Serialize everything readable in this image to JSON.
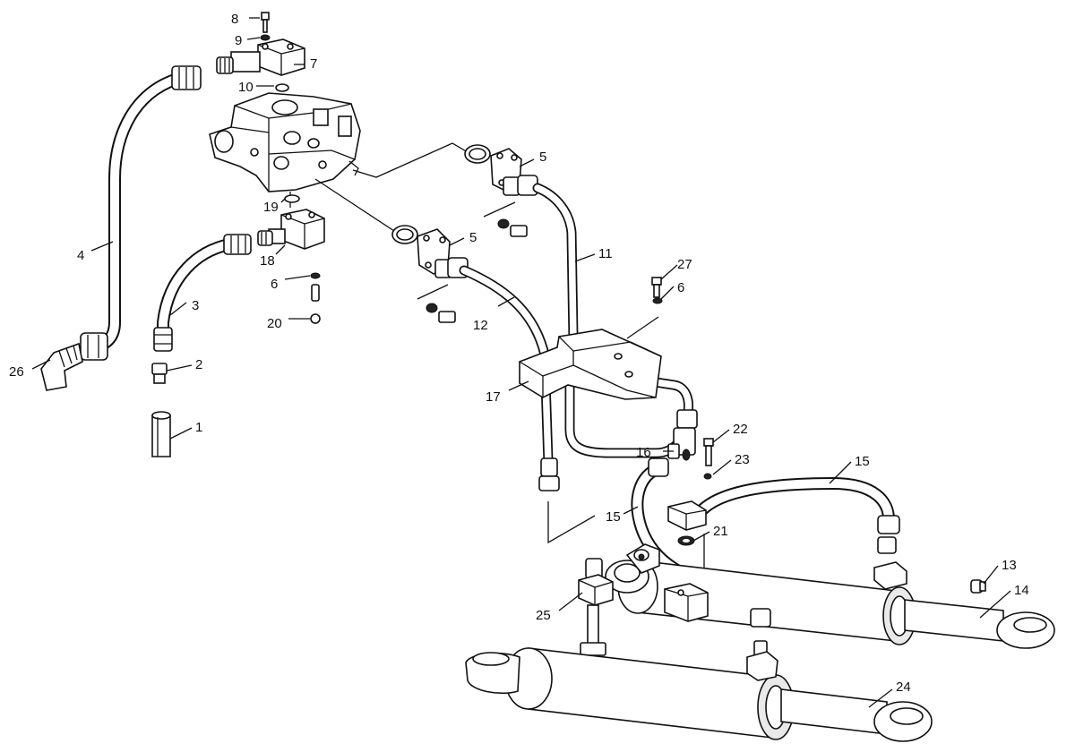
{
  "callouts": {
    "c1": "1",
    "c2": "2",
    "c3": "3",
    "c4": "4",
    "c5a": "5",
    "c5b": "5",
    "c6a": "6",
    "c6b": "6",
    "c7": "7",
    "c8": "8",
    "c9": "9",
    "c10": "10",
    "c11": "11",
    "c12": "12",
    "c13": "13",
    "c14": "14",
    "c15a": "15",
    "c15b": "15",
    "c16": "16",
    "c17": "17",
    "c18": "18",
    "c19": "19",
    "c20": "20",
    "c21": "21",
    "c22": "22",
    "c23": "23",
    "c24": "24",
    "c25": "25",
    "c26": "26",
    "c27": "27"
  }
}
